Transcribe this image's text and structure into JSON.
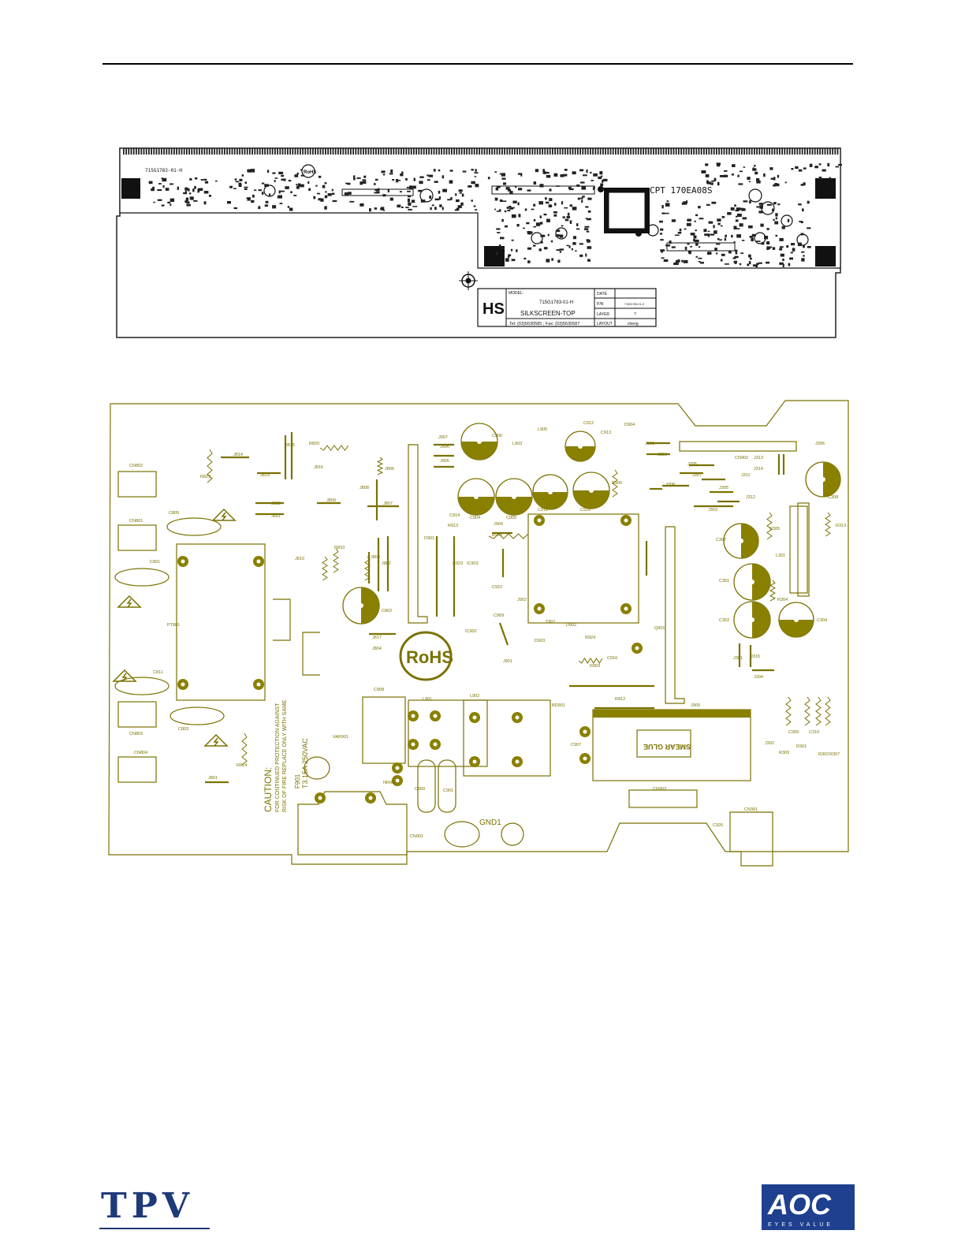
{
  "top_board": {
    "board_number": "715G1783-01-H",
    "panel_label": "CPT 170EA08S",
    "rohs_label": "RoHS",
    "title_block": {
      "logo": "HS",
      "model_label": "MODEL:",
      "model_value": "715G1783-01-H",
      "silk_label": "SILKSCREEN-TOP",
      "phone": "Tel: (03)5630585 ; Fax: (03)5630587",
      "date_label": "DATE",
      "pn_label": "P/N",
      "pn_value": "715G1783-01-H",
      "layer_label": "LAYER",
      "layer_value": "?",
      "layout_label": "LAYOUT",
      "layout_value": "cheng"
    }
  },
  "bottom_board": {
    "colors": {
      "silk": "#7a7200",
      "fill": "#8a8000"
    },
    "rohs_label": "RoHS",
    "gnd_label": "GND1",
    "caution_title": "CAUTION:",
    "caution_line1": "FOR CONTINUED PROTECTION AGAINST",
    "caution_line2": "RISK OF FIRE REPLACE ONLY WITH SAME",
    "fuse_label": "F901",
    "fuse_rating": "T3.15A 250VAC",
    "smear_label": "SMEAR GLUE",
    "labels": {
      "cn802": "CN802",
      "cn801": "CN801",
      "cn803": "CN803",
      "cn804": "CN804",
      "c805": "C805",
      "c801": "C801",
      "c811": "C811",
      "c803": "C803",
      "c802": "C802",
      "pt801": "PT801",
      "r820": "R820",
      "r829": "R829",
      "j814": "J814",
      "j815": "J815",
      "j816": "J816",
      "j813": "J813",
      "j812": "J812",
      "j811": "J811",
      "j809": "J809",
      "j808": "J808",
      "j806": "J806",
      "j807": "J807",
      "j810": "J810",
      "r833": "R833",
      "j817": "J817",
      "j804": "J804",
      "j803": "J803",
      "j802": "J802",
      "r814": "R814",
      "j801": "J801",
      "var901": "VAR901",
      "nr901": "NR901",
      "cn901": "CN901",
      "c908": "C908",
      "l901": "L901",
      "l902": "L902",
      "c900": "C900",
      "c901": "C901",
      "bd901": "BD901",
      "c907": "C907",
      "j907": "J907",
      "j906": "J906",
      "j905": "J905",
      "c906": "C906",
      "l903": "L903",
      "l905": "L905",
      "c912": "C912",
      "c913": "C913",
      "d904": "D904",
      "j908": "J908",
      "c904": "C904",
      "c905": "C905",
      "c911": "C911",
      "c910": "C910",
      "r905": "R905",
      "d901": "D901",
      "r913": "R913",
      "c914": "C914",
      "j904": "J904",
      "r908": "R908",
      "c923": "C923",
      "ic903": "IC903",
      "c922": "C922",
      "ic902": "IC902",
      "c909": "C909",
      "j902": "J902",
      "t901": "T901",
      "d902": "D902",
      "d903": "D903",
      "r924": "R924",
      "c916": "C916",
      "r903": "R903",
      "j901": "J901",
      "r912": "R912",
      "j909": "J909",
      "q901": "Q901",
      "j310": "J310",
      "j303s": "J305",
      "j307": "J307",
      "j311": "J311",
      "j313": "J313",
      "j314": "J314",
      "j306": "J306",
      "j308": "J308",
      "j305": "J305",
      "j312": "J312",
      "j303": "J303",
      "c308": "C308",
      "c307": "C307",
      "r305": "R305",
      "l301": "L301",
      "r313": "R313",
      "c301": "C301",
      "r304": "R304",
      "c302": "C302",
      "c304": "C304",
      "j301": "J301",
      "j315": "J315",
      "j304": "J304",
      "j302": "J302",
      "r309": "R309",
      "c309": "C309",
      "r301": "R301",
      "c310": "C310",
      "r302": "R302",
      "r307": "R307",
      "cn902": "CN902",
      "cn903": "CN903",
      "cn301": "CN301",
      "c926": "C926"
    }
  },
  "footer": {
    "left_logo": "TPV",
    "right_logo": "AOC",
    "right_tagline": "EYES VALUE"
  }
}
